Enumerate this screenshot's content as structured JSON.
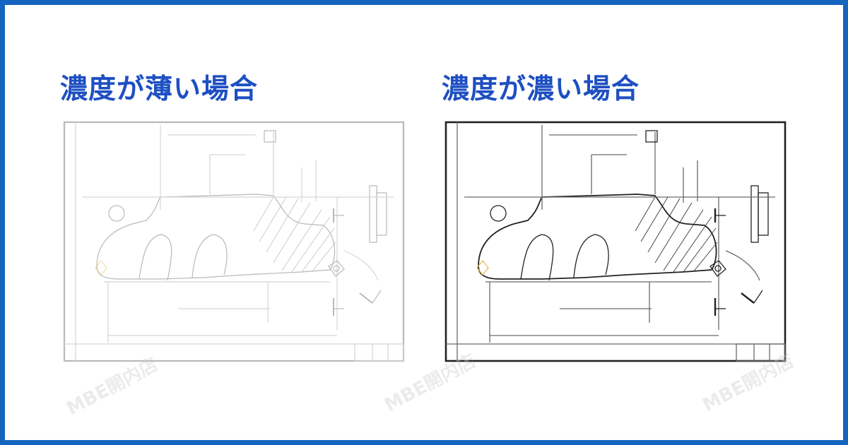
{
  "headings": {
    "light": "濃度が薄い場合",
    "dark": "濃度が濃い場合"
  },
  "watermark": "MBE開内店",
  "colors": {
    "border": "#1565c0",
    "heading": "#1e4fc2",
    "light_ink": "#b9b9b9",
    "dark_ink": "#222222",
    "accent_yellow": "#e8b84a"
  },
  "icons": {
    "drawing": "mechanical-drawing-icon"
  }
}
